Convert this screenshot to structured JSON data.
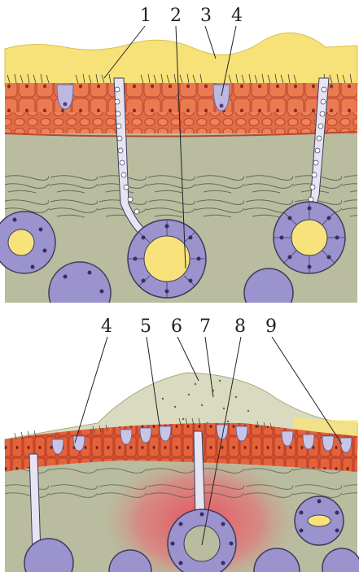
{
  "top_panel": {
    "labels": [
      "1",
      "2",
      "3",
      "4"
    ]
  },
  "bottom_panel": {
    "labels": [
      "4",
      "5",
      "6",
      "7",
      "8",
      "9"
    ]
  },
  "colors": {
    "mucus": "#f6e37a",
    "epithelium": "#e06a45",
    "epithelium_dark": "#c4452e",
    "goblet": "#b9b4de",
    "gland": "#9d95d0",
    "submucosa": "#b8bb9f",
    "inflammation": "#e8535f",
    "fiber": "#555b4a"
  }
}
